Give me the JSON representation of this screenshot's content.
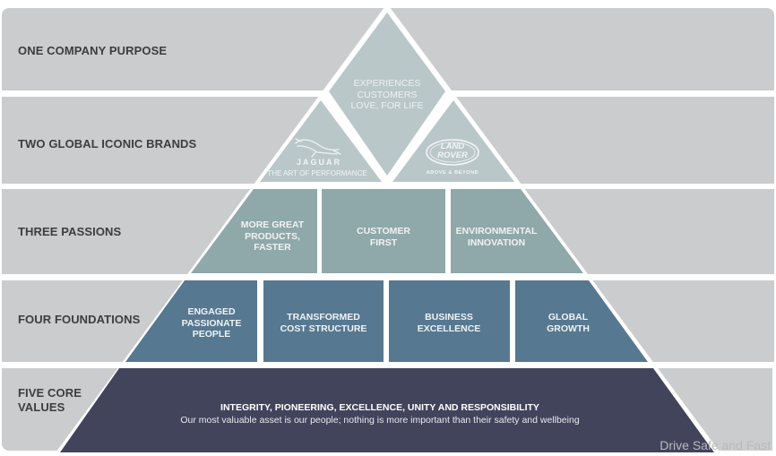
{
  "colors": {
    "band_gray": "#cbcccd",
    "tier1": "#b9c7c9",
    "tier2": "#b9c7c9",
    "tier3": "#8fa8aa",
    "tier4": "#567891",
    "tier5": "#42445c",
    "label_text": "#3c3d40",
    "separator": "#ffffff"
  },
  "rows": [
    {
      "label": "ONE COMPANY PURPOSE"
    },
    {
      "label": "TWO GLOBAL ICONIC BRANDS"
    },
    {
      "label": "THREE PASSIONS"
    },
    {
      "label": "FOUR FOUNDATIONS"
    },
    {
      "label_line1": "FIVE CORE",
      "label_line2": "VALUES"
    }
  ],
  "purpose": {
    "line1": "EXPERIENCES",
    "line2": "CUSTOMERS",
    "line3": "LOVE, FOR LIFE"
  },
  "brands": [
    {
      "name": "JAGUAR",
      "tagline": "THE ART OF PERFORMANCE",
      "logo_icon": "jaguar-leaper-icon"
    },
    {
      "name_line1": "LAND",
      "name_line2": "ROVER",
      "tagline": "ABOVE & BEYOND",
      "logo_icon": "land-rover-oval-icon"
    }
  ],
  "passions": [
    {
      "line1": "MORE GREAT",
      "line2": "PRODUCTS,",
      "line3": "FASTER"
    },
    {
      "line1": "CUSTOMER",
      "line2": "FIRST"
    },
    {
      "line1": "ENVIRONMENTAL",
      "line2": "INNOVATION"
    }
  ],
  "foundations": [
    {
      "line1": "ENGAGED",
      "line2": "PASSIONATE",
      "line3": "PEOPLE"
    },
    {
      "line1": "TRANSFORMED",
      "line2": "COST STRUCTURE"
    },
    {
      "line1": "BUSINESS",
      "line2": "EXCELLENCE"
    },
    {
      "line1": "GLOBAL",
      "line2": "GROWTH"
    }
  ],
  "core_values": {
    "title": "INTEGRITY, PIONEERING, EXCELLENCE, UNITY AND RESPONSIBILITY",
    "subtitle": "Our most valuable asset is our people; nothing is more important than their safety and wellbeing"
  },
  "watermark": "Drive Safe and Fast"
}
